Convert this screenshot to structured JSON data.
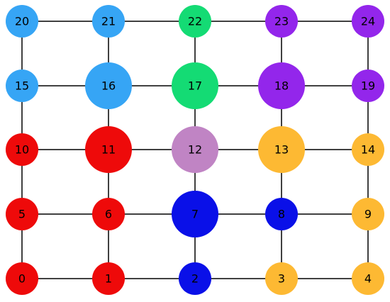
{
  "graph": {
    "nodes": [
      {
        "id": 0,
        "label": "0",
        "row": 0,
        "col": 0,
        "size": "small",
        "color": "#ee0a0a"
      },
      {
        "id": 1,
        "label": "1",
        "row": 0,
        "col": 1,
        "size": "small",
        "color": "#ee0a0a"
      },
      {
        "id": 2,
        "label": "2",
        "row": 0,
        "col": 2,
        "size": "small",
        "color": "#0a10e8"
      },
      {
        "id": 3,
        "label": "3",
        "row": 0,
        "col": 3,
        "size": "small",
        "color": "#fdb933"
      },
      {
        "id": 4,
        "label": "4",
        "row": 0,
        "col": 4,
        "size": "small",
        "color": "#fdb933"
      },
      {
        "id": 5,
        "label": "5",
        "row": 1,
        "col": 0,
        "size": "small",
        "color": "#ee0a0a"
      },
      {
        "id": 6,
        "label": "6",
        "row": 1,
        "col": 1,
        "size": "small",
        "color": "#ee0a0a"
      },
      {
        "id": 7,
        "label": "7",
        "row": 1,
        "col": 2,
        "size": "large",
        "color": "#0a10e8"
      },
      {
        "id": 8,
        "label": "8",
        "row": 1,
        "col": 3,
        "size": "small",
        "color": "#0a10e8"
      },
      {
        "id": 9,
        "label": "9",
        "row": 1,
        "col": 4,
        "size": "small",
        "color": "#fdb933"
      },
      {
        "id": 10,
        "label": "10",
        "row": 2,
        "col": 0,
        "size": "small",
        "color": "#ee0a0a"
      },
      {
        "id": 11,
        "label": "11",
        "row": 2,
        "col": 1,
        "size": "large",
        "color": "#ee0a0a"
      },
      {
        "id": 12,
        "label": "12",
        "row": 2,
        "col": 2,
        "size": "large",
        "color": "#c084c4"
      },
      {
        "id": 13,
        "label": "13",
        "row": 2,
        "col": 3,
        "size": "large",
        "color": "#fdb933"
      },
      {
        "id": 14,
        "label": "14",
        "row": 2,
        "col": 4,
        "size": "small",
        "color": "#fdb933"
      },
      {
        "id": 15,
        "label": "15",
        "row": 3,
        "col": 0,
        "size": "small",
        "color": "#36a5f5"
      },
      {
        "id": 16,
        "label": "16",
        "row": 3,
        "col": 1,
        "size": "large",
        "color": "#36a5f5"
      },
      {
        "id": 17,
        "label": "17",
        "row": 3,
        "col": 2,
        "size": "large",
        "color": "#14db74"
      },
      {
        "id": 18,
        "label": "18",
        "row": 3,
        "col": 3,
        "size": "large",
        "color": "#9326eb"
      },
      {
        "id": 19,
        "label": "19",
        "row": 3,
        "col": 4,
        "size": "small",
        "color": "#9326eb"
      },
      {
        "id": 20,
        "label": "20",
        "row": 4,
        "col": 0,
        "size": "small",
        "color": "#36a5f5"
      },
      {
        "id": 21,
        "label": "21",
        "row": 4,
        "col": 1,
        "size": "small",
        "color": "#36a5f5"
      },
      {
        "id": 22,
        "label": "22",
        "row": 4,
        "col": 2,
        "size": "small",
        "color": "#14db74"
      },
      {
        "id": 23,
        "label": "23",
        "row": 4,
        "col": 3,
        "size": "small",
        "color": "#9326eb"
      },
      {
        "id": 24,
        "label": "24",
        "row": 4,
        "col": 4,
        "size": "small",
        "color": "#9326eb"
      }
    ],
    "edges": [
      [
        0,
        1
      ],
      [
        1,
        2
      ],
      [
        2,
        3
      ],
      [
        3,
        4
      ],
      [
        5,
        6
      ],
      [
        6,
        7
      ],
      [
        7,
        8
      ],
      [
        8,
        9
      ],
      [
        10,
        11
      ],
      [
        11,
        12
      ],
      [
        12,
        13
      ],
      [
        13,
        14
      ],
      [
        15,
        16
      ],
      [
        16,
        17
      ],
      [
        17,
        18
      ],
      [
        18,
        19
      ],
      [
        20,
        21
      ],
      [
        21,
        22
      ],
      [
        22,
        23
      ],
      [
        23,
        24
      ],
      [
        0,
        5
      ],
      [
        5,
        10
      ],
      [
        10,
        15
      ],
      [
        15,
        20
      ],
      [
        1,
        6
      ],
      [
        6,
        11
      ],
      [
        11,
        16
      ],
      [
        16,
        21
      ],
      [
        2,
        7
      ],
      [
        7,
        12
      ],
      [
        12,
        17
      ],
      [
        17,
        22
      ],
      [
        3,
        8
      ],
      [
        8,
        13
      ],
      [
        13,
        18
      ],
      [
        18,
        23
      ],
      [
        4,
        9
      ],
      [
        9,
        14
      ],
      [
        14,
        19
      ],
      [
        19,
        24
      ]
    ]
  }
}
